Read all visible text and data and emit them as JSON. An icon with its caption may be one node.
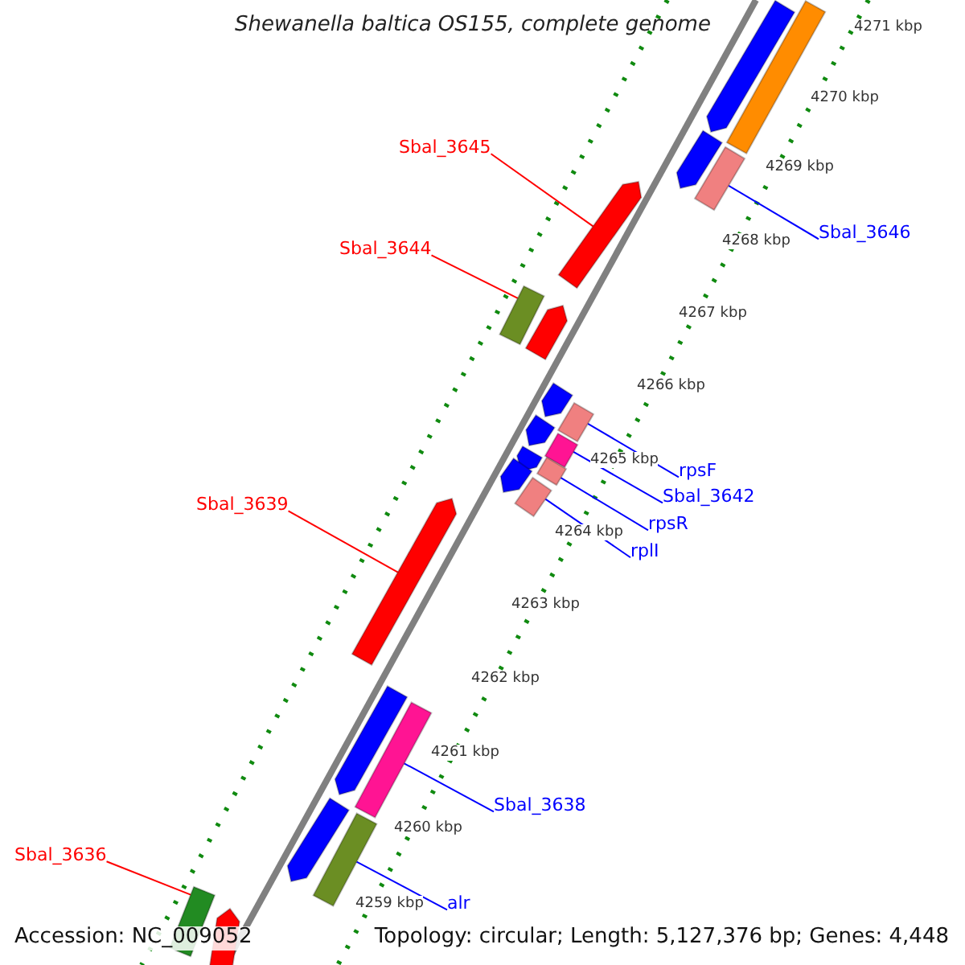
{
  "diagram": {
    "title": "Shewanella baltica OS155, complete genome",
    "nodes": [
      {
        "text": [
          "Sbal_3645"
        ]
      },
      {
        "text": [
          "Sbal_3646"
        ]
      },
      {
        "text": [
          "Sbal_3644"
        ]
      },
      {
        "text": [
          "rpsF"
        ]
      },
      {
        "text": [
          "Sbal_3642"
        ]
      },
      {
        "text": [
          "Sbal_3639"
        ]
      },
      {
        "text": [
          "rpsR"
        ]
      },
      {
        "text": [
          "rplI"
        ]
      },
      {
        "text": [
          "Sbal_3638"
        ]
      },
      {
        "text": [
          "Sbal_3636"
        ]
      },
      {
        "text": [
          "alr"
        ]
      },
      {
        "text": [],
        "shape": "arrow"
      },
      {
        "text": [],
        "shape": "bar"
      },
      {
        "text": [],
        "shape": "bar"
      },
      {
        "text": [],
        "shape": "bar"
      },
      {
        "text": [],
        "shape": "bar"
      },
      {
        "text": [],
        "shape": "arrow"
      },
      {
        "text": [],
        "shape": "bar"
      },
      {
        "text": [],
        "shape": "bar"
      },
      {
        "text": [],
        "shape": "bar"
      },
      {
        "text": [],
        "shape": "bar"
      },
      {
        "text": [],
        "shape": "bar"
      },
      {
        "text": [],
        "shape": "arrow"
      },
      {
        "text": [],
        "shape": "arrow"
      },
      {
        "text": [],
        "shape": "bar"
      },
      {
        "text": [],
        "shape": "arrow"
      },
      {
        "text": [],
        "shape": "arrow"
      },
      {
        "text": [],
        "shape": "arrow"
      },
      {
        "text": [],
        "shape": "arrow"
      },
      {
        "text": [],
        "shape": "arrow"
      },
      {
        "text": [],
        "shape": "arrow"
      },
      {
        "text": [],
        "shape": "arrow"
      },
      {
        "text": [],
        "shape": "arrow"
      }
    ],
    "edges": [
      {
        "from": 0,
        "to": 11,
        "arrow": "none",
        "color": "#ff0000"
      },
      {
        "from": 1,
        "to": 12,
        "arrow": "none"
      },
      {
        "from": 2,
        "to": 13,
        "arrow": "none",
        "color": "#ff0000"
      },
      {
        "from": 3,
        "to": 14,
        "arrow": "none"
      },
      {
        "from": 4,
        "to": 15,
        "arrow": "none"
      },
      {
        "from": 5,
        "to": 16,
        "arrow": "none",
        "color": "#ff0000"
      },
      {
        "from": 6,
        "to": 17,
        "arrow": "none"
      },
      {
        "from": 7,
        "to": 18,
        "arrow": "none"
      },
      {
        "from": 8,
        "to": 19,
        "arrow": "none"
      },
      {
        "from": 9,
        "to": 20,
        "arrow": "none",
        "color": "#ff0000"
      },
      {
        "from": 10,
        "to": 21,
        "arrow": "none"
      }
    ],
    "labels": [
      "4271 kbp",
      "4270 kbp",
      "4269 kbp",
      "4268 kbp",
      "4267 kbp",
      "4266 kbp",
      "4265 kbp",
      "4264 kbp",
      "4263 kbp",
      "4262 kbp",
      "4261 kbp",
      "4260 kbp",
      "4259 kbp",
      "Accession: NC_009052",
      "Topology: circular; Length: 5,127,376 bp; Genes: 4,448"
    ]
  }
}
